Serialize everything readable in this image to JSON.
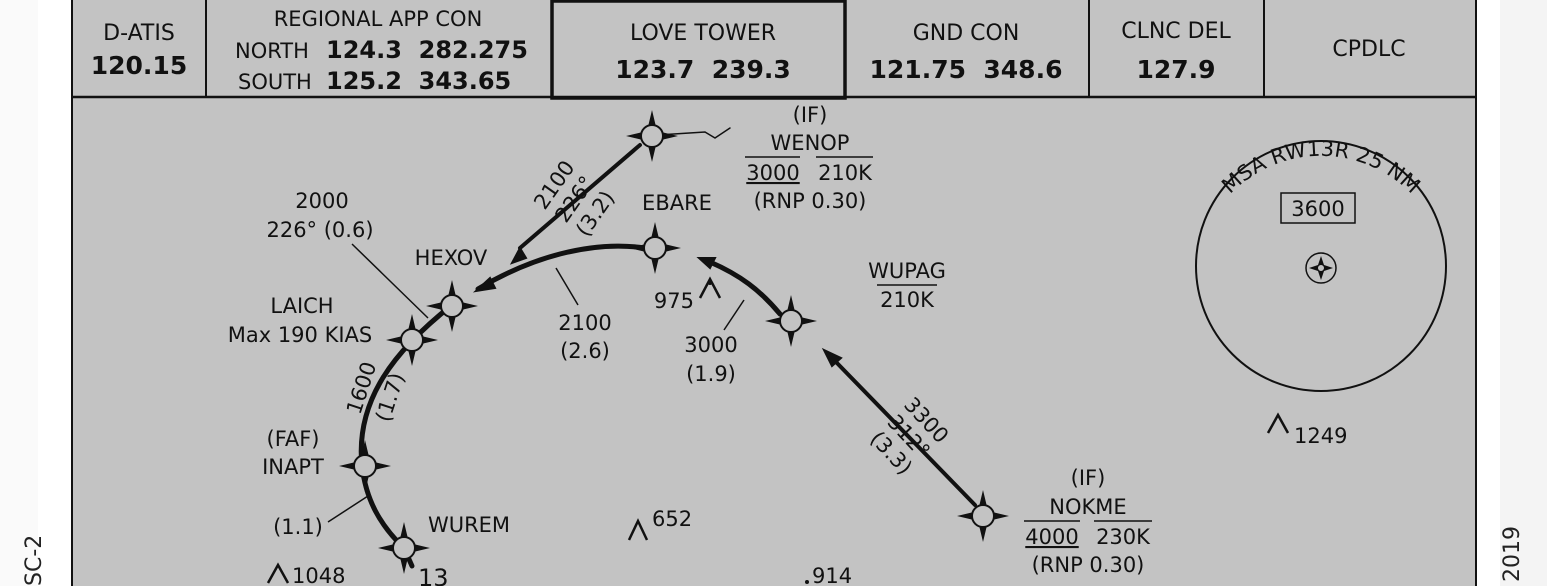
{
  "freq_header": [
    {
      "name": "D-ATIS",
      "value": "120.15"
    },
    {
      "name": "REGIONAL APP CON",
      "north_label": "NORTH",
      "north_freqs": "124.3  282.275",
      "south_label": "SOUTH",
      "south_freqs": "125.2  343.65"
    },
    {
      "name": "LOVE TOWER",
      "value": "123.7  239.3"
    },
    {
      "name": "GND CON",
      "value": "121.75  348.6"
    },
    {
      "name": "CLNC DEL",
      "value": "127.9"
    },
    {
      "name": "CPDLC"
    }
  ],
  "fixes": {
    "wenop": {
      "tag": "(IF)",
      "name": "WENOP",
      "alt": "3000",
      "speed": "210K",
      "rnp": "(RNP 0.30)"
    },
    "ebare": {
      "name": "EBARE"
    },
    "hexov": {
      "name": "HEXOV"
    },
    "laich": {
      "name": "LAICH",
      "note": "Max 190 KIAS"
    },
    "inapt": {
      "tag": "(FAF)",
      "name": "INAPT"
    },
    "wurem": {
      "name": "WUREM"
    },
    "wupag": {
      "name": "WUPAG",
      "speed": "210K"
    },
    "nokme": {
      "tag": "(IF)",
      "name": "NOKME",
      "alt": "4000",
      "speed": "230K",
      "rnp": "(RNP 0.30)"
    }
  },
  "legs": {
    "wenop_hexov": {
      "alt": "2100",
      "course": "226°",
      "dist": "(3.2)"
    },
    "hexov_laich": {
      "alt": "2000",
      "course_dist": "226° (0.6)"
    },
    "ebare_hexov": {
      "alt": "2100",
      "dist": "(2.6)"
    },
    "wupag_ebare": {
      "alt": "3000",
      "dist": "(1.9)"
    },
    "nokme_wupag": {
      "alt": "3300",
      "course": "312°",
      "dist": "(3.3)"
    },
    "laich_inapt": {
      "alt": "1600",
      "dist": "(1.7)"
    },
    "inapt_wurem": {
      "dist": "(1.1)"
    }
  },
  "obstacles": {
    "o975": "975",
    "o652": "652",
    "o1048": "1048",
    "o914": "914",
    "o1249": "1249"
  },
  "msa": {
    "title": "MSA RW13R 25 NM",
    "altitude": "3600"
  },
  "margin_left": "SC-2",
  "margin_right": "2019",
  "clipped_text": "13"
}
